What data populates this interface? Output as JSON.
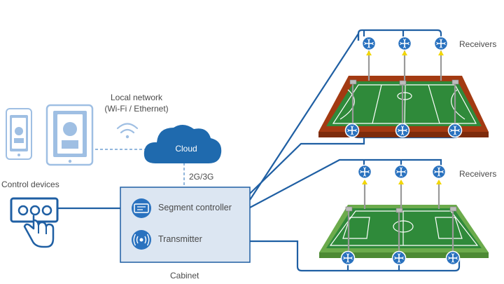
{
  "labels": {
    "local_network_line1": "Local network",
    "local_network_line2": "(Wi-Fi / Ethernet)",
    "cloud": "Cloud",
    "link_2g3g": "2G/3G",
    "control_devices": "Control devices",
    "segment_controller": "Segment controller",
    "transmitter": "Transmitter",
    "cabinet": "Cabinet",
    "receivers_top": "Receivers",
    "receivers_bottom": "Receivers"
  },
  "colors": {
    "line_blue": "#1f5fa3",
    "cloud_blue": "#1f6aae",
    "device_light": "#8fb4dd",
    "cabinet_fill": "#dce6f2",
    "cabinet_border": "#1f5fa3",
    "receiver_fill": "#2a72bf",
    "pole": "#9a9a9a",
    "beam_yellow": "#f2d600",
    "hockey_field": "#2f8a3a",
    "hockey_border": "#a33a12",
    "soccer_field": "#2f8a3a",
    "soccer_border": "#6cab4c"
  },
  "icons": {
    "phone": "smartphone-icon",
    "tablet": "tablet-icon",
    "wifi": "wifi-icon",
    "remote": "hand-remote-icon",
    "controller": "segment-controller-icon",
    "transmitter": "transmitter-icon",
    "receiver": "receiver-icon"
  }
}
